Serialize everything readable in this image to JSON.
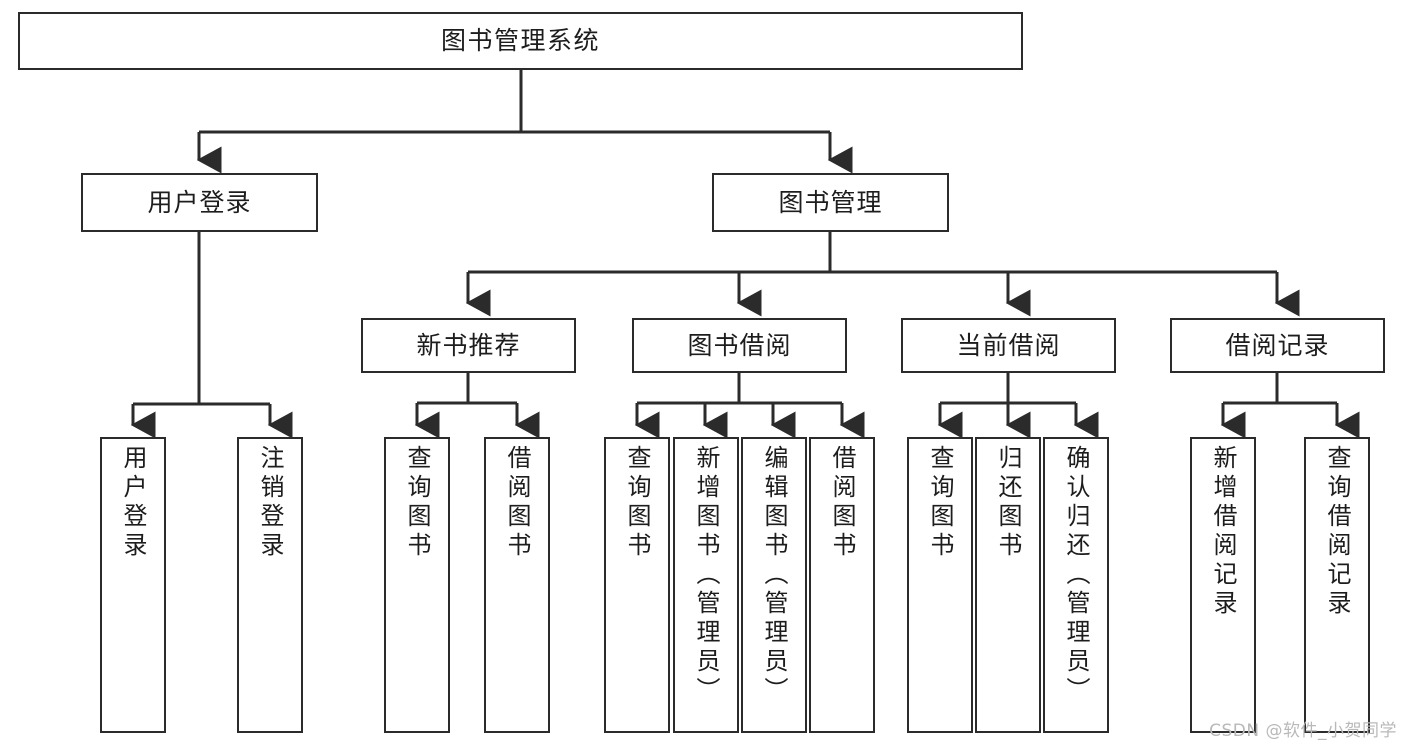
{
  "diagram": {
    "title": "图书管理系统",
    "background_color": "#ffffff",
    "line_color": "#2b2b2b",
    "text_color": "#1d1d1d"
  },
  "levels": {
    "root": {
      "label": "图书管理系统"
    },
    "level2": [
      {
        "label": "用户登录"
      },
      {
        "label": "图书管理"
      }
    ],
    "level3": [
      {
        "label": "新书推荐"
      },
      {
        "label": "图书借阅"
      },
      {
        "label": "当前借阅"
      },
      {
        "label": "借阅记录"
      }
    ],
    "leaves": [
      {
        "label": "用户登录"
      },
      {
        "label": "注销登录"
      },
      {
        "label": "查询图书"
      },
      {
        "label": "借阅图书"
      },
      {
        "label": "查询图书"
      },
      {
        "label": "新增图书（管理员）"
      },
      {
        "label": "编辑图书（管理员）"
      },
      {
        "label": "借阅图书"
      },
      {
        "label": "查询图书"
      },
      {
        "label": "归还图书"
      },
      {
        "label": "确认归还（管理员）"
      },
      {
        "label": "新增借阅记录"
      },
      {
        "label": "查询借阅记录"
      }
    ]
  },
  "watermark": {
    "text": "CSDN @软件_小贺同学"
  }
}
